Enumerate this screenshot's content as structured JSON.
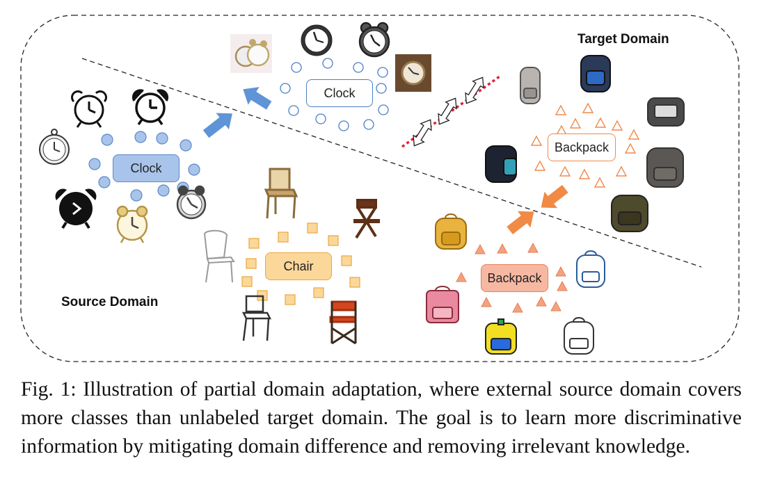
{
  "diagram": {
    "labels": {
      "source_domain": "Source Domain",
      "target_domain": "Target Domain"
    },
    "nodes": {
      "source_clock": "Clock",
      "source_chair": "Chair",
      "source_backpack": "Backpack",
      "target_clock": "Clock",
      "target_backpack": "Backpack"
    },
    "colors": {
      "source_clock_fill": "#a9c4ea",
      "source_clock_stroke": "#5b87c9",
      "chair_fill": "#fcd79a",
      "chair_stroke": "#e8a640",
      "source_backpack_fill": "#f7b8a2",
      "source_backpack_stroke": "#e47f58",
      "target_stroke_blue": "#4b7fc4",
      "target_stroke_orange": "#ef8a4c",
      "blue_arrow": "#5f94d6",
      "orange_arrow": "#f08a45",
      "separator_red": "#e0213a"
    }
  },
  "caption": "Fig. 1: Illustration of partial domain adaptation, where external source domain covers more classes than unlabeled target domain. The goal is to learn more discriminative information by mitigating domain difference and removing irrelevant knowledge."
}
